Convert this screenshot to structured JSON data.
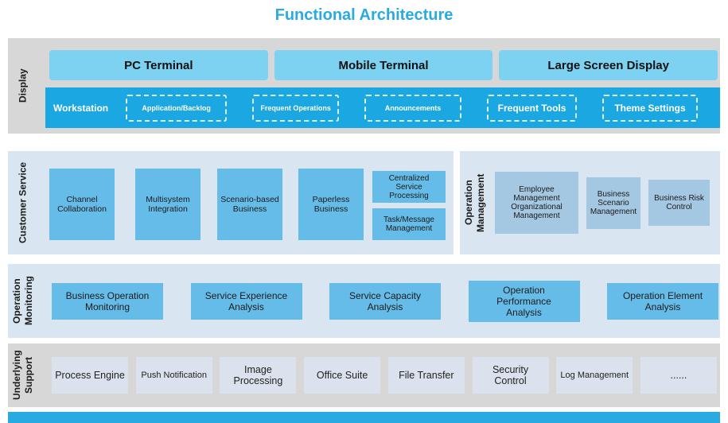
{
  "title": "Functional Architecture",
  "colors": {
    "accent": "#29ABE2",
    "band-gray": "#D7D7D7",
    "band-blue": "#D9E5F1",
    "terminal-fill": "#7DD2F1",
    "workstation-fill": "#1BA7E2",
    "box-blue": "#66BCE8",
    "box-steel": "#A4C7E2",
    "box-light": "#DBE2EE"
  },
  "display": {
    "label": "Display",
    "terminals": [
      "PC Terminal",
      "Mobile Terminal",
      "Large Screen Display"
    ],
    "workstation": {
      "label": "Workstation",
      "items": [
        "Application/Backlog",
        "Frequent Operations",
        "Announcements",
        "Frequent Tools",
        "Theme Settings"
      ]
    }
  },
  "customer_service": {
    "label": "Customer Service",
    "boxes": [
      "Channel Collaboration",
      "Multisystem Integration",
      "Scenario-based Business",
      "Paperless Business"
    ],
    "stacked_boxes": [
      "Centralized Service Processing",
      "Task/Message Management"
    ]
  },
  "operation_management": {
    "label": "Operation Management",
    "boxes": [
      "Employee Management Organizational Management",
      "Business Scenario Management",
      "Business Risk Control"
    ]
  },
  "operation_monitoring": {
    "label": "Operation Monitoring",
    "boxes": [
      "Business Operation Monitoring",
      "Service Experience Analysis",
      "Service Capacity Analysis",
      "Operation Performance Analysis",
      "Operation Element Analysis"
    ]
  },
  "underlying_support": {
    "label": "Underlying Support",
    "boxes": [
      "Process Engine",
      "Push Notification",
      "Image Processing",
      "Office Suite",
      "File Transfer",
      "Security Control",
      "Log Management",
      "......"
    ]
  }
}
